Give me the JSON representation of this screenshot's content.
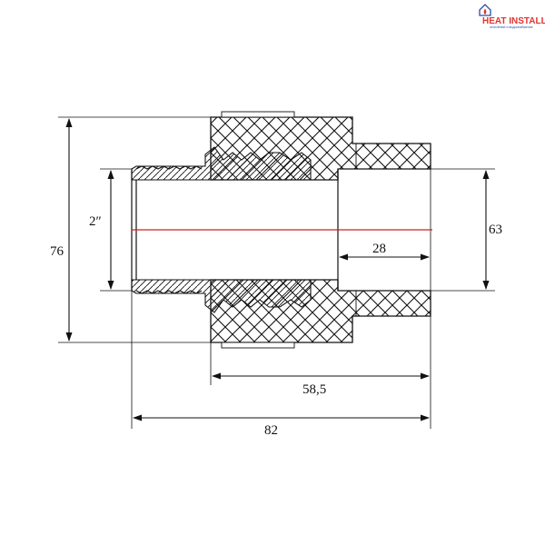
{
  "logo": {
    "brand": "HEAT INSTALL",
    "tagline": "отопление и водоснабжение",
    "brand_color": "#e3342f",
    "house_color": "#2a4fa0"
  },
  "dimensions": {
    "overall_diameter": "76",
    "thread_size": "2″",
    "socket_diameter": "63",
    "socket_depth": "28",
    "body_length": "58,5",
    "total_length": "82"
  },
  "colors": {
    "line": "#111111",
    "centerline": "#d42020",
    "background": "#ffffff"
  }
}
